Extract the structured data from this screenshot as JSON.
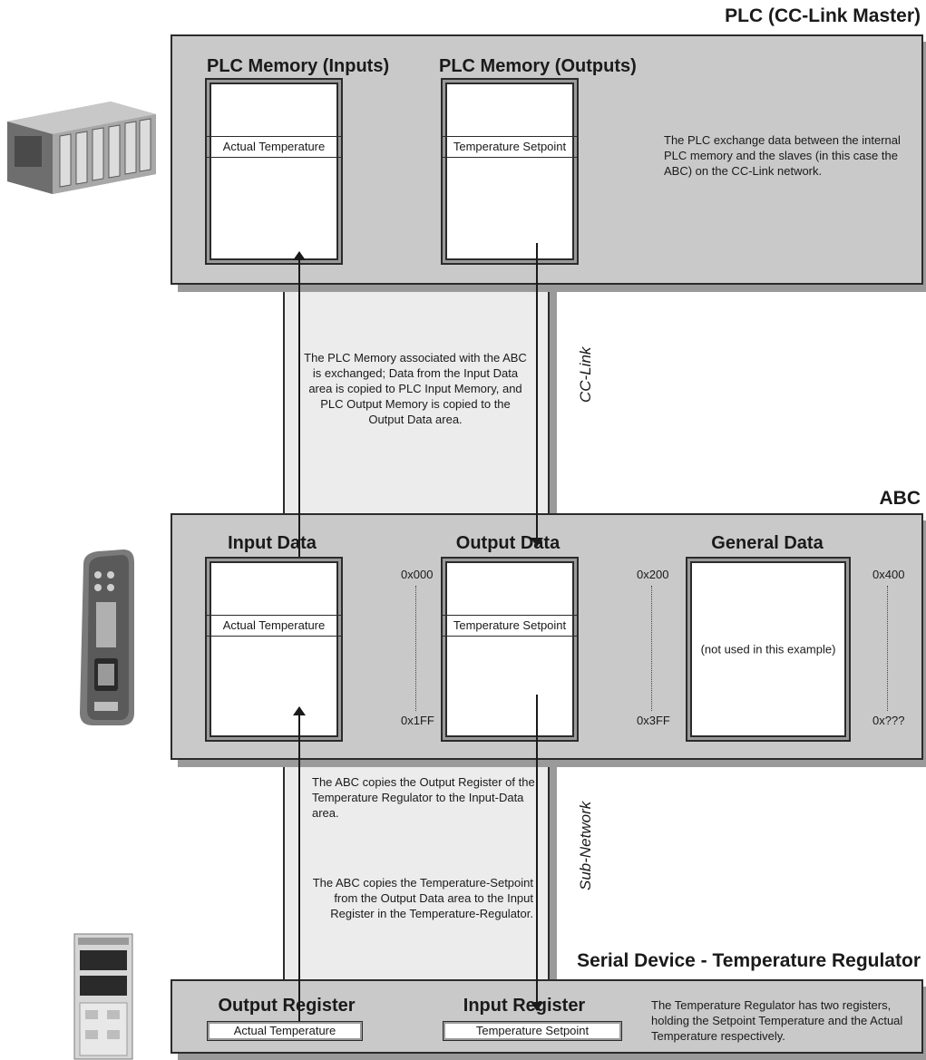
{
  "plc": {
    "title": "PLC (CC-Link Master)",
    "inputs_title": "PLC Memory (Inputs)",
    "outputs_title": "PLC Memory (Outputs)",
    "inputs_row": "Actual Temperature",
    "outputs_row": "Temperature Setpoint",
    "description": "The PLC exchange data between the internal PLC memory and the slaves (in this case the ABC) on the CC-Link network."
  },
  "cclink": {
    "label": "CC-Link",
    "description": "The PLC  Memory associated with the ABC is exchanged; Data from the Input Data area is copied to PLC Input Memory, and PLC Output Memory is copied to the Output Data area."
  },
  "abc": {
    "title": "ABC",
    "input": {
      "title": "Input Data",
      "row": "Actual Temperature",
      "addr_start": "0x000",
      "addr_end": "0x1FF"
    },
    "output": {
      "title": "Output Data",
      "row": "Temperature Setpoint",
      "addr_start": "0x200",
      "addr_end": "0x3FF"
    },
    "general": {
      "title": "General Data",
      "note": "(not used in this example)",
      "addr_start": "0x400",
      "addr_end": "0x???"
    }
  },
  "subnet": {
    "label": "Sub-Network",
    "desc_upper": "The ABC copies the Output Register of the Temperature Regulator to the Input-Data area.",
    "desc_lower": "The ABC copies the Temperature-Setpoint from the Output Data area to the Input Register in the Temperature-Regulator."
  },
  "serial": {
    "title": "Serial Device - Temperature Regulator",
    "output_title": "Output Register",
    "input_title": "Input Register",
    "output_value": "Actual Temperature",
    "input_value": "Temperature Setpoint",
    "description": "The Temperature Regulator has two registers, holding the Setpoint Temperature and the Actual Temperature respectively."
  }
}
